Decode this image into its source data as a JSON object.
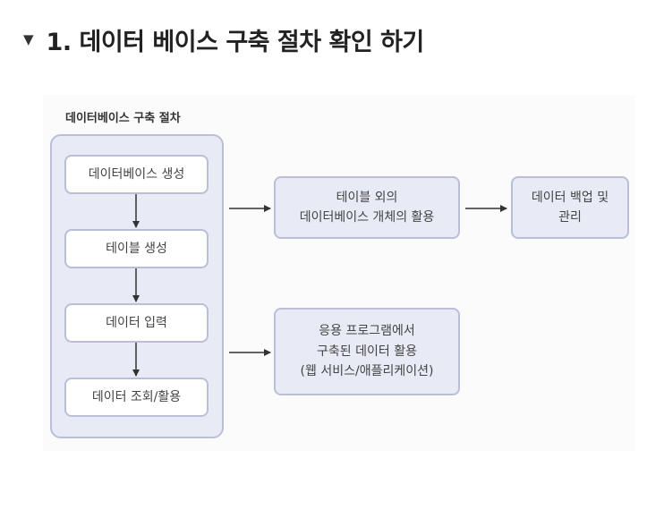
{
  "heading": {
    "toggle_icon": "triangle-down-icon",
    "title": "1. 데이터 베이스 구축 절차 확인 하기"
  },
  "diagram": {
    "group_title": "데이터베이스 구축 절차",
    "steps": [
      "데이터베이스 생성",
      "테이블 생성",
      "데이터 입력",
      "데이터 조회/활용"
    ],
    "other_objects": [
      "테이블 외의",
      "데이터베이스 개체의 활용"
    ],
    "backup": [
      "데이터 백업 및",
      "관리"
    ],
    "application": [
      "응용 프로그램에서",
      "구축된 데이터 활용",
      "(웹 서비스/애플리케이션)"
    ]
  },
  "colors": {
    "box_fill": "#e8ebf5",
    "box_border": "#b9bfd6",
    "arrow": "#333333"
  }
}
